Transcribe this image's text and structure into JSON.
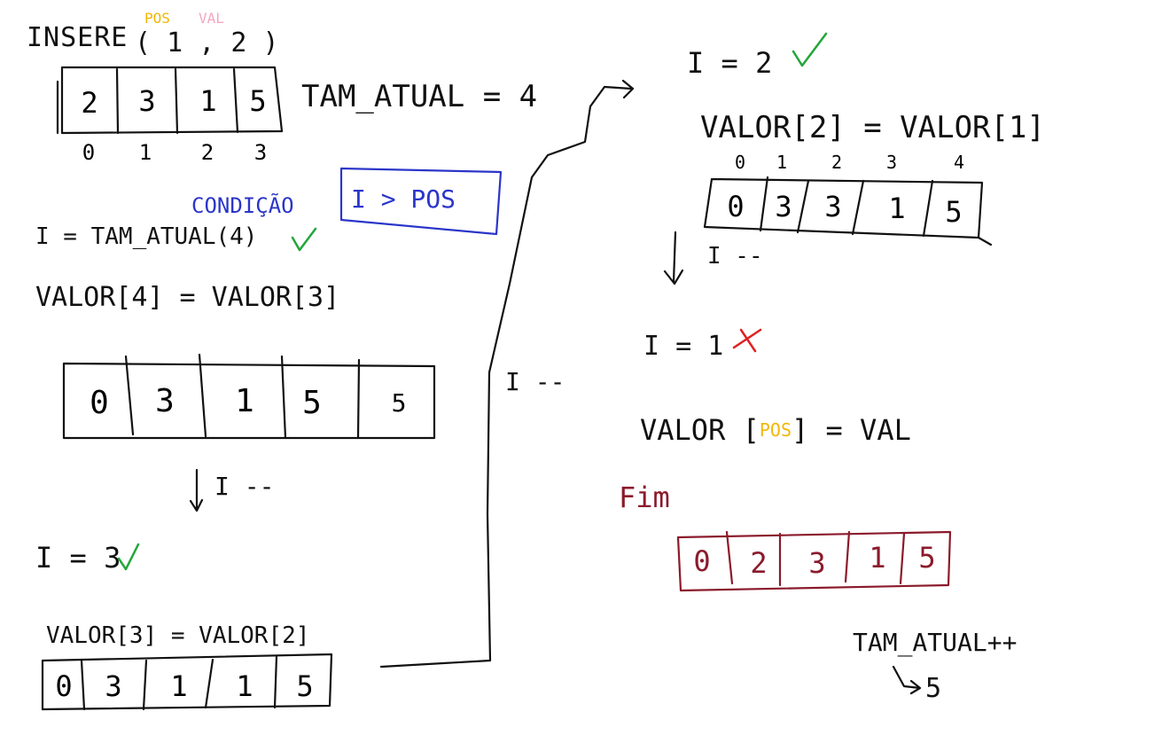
{
  "colors": {
    "ink": "#111111",
    "pos": "#f2b705",
    "val": "#f4a7c0",
    "condition": "#2b36c9",
    "check": "#22a63a",
    "cross": "#e02020",
    "final": "#8b1a2b"
  },
  "header": {
    "insere": "INSERE",
    "args": "( 1 , 2 )",
    "pos_label": "POS",
    "val_label": "VAL"
  },
  "initial_array": {
    "values": [
      "2",
      "3",
      "1",
      "5"
    ],
    "indices": [
      "0",
      "1",
      "2",
      "3"
    ]
  },
  "tam_atual": "TAM_ATUAL = 4",
  "condition": {
    "label": "CONDIÇÃO",
    "expr": "I > POS"
  },
  "steps": {
    "i4": "I = TAM_ATUAL(4)",
    "assign4": "VALOR[4] = VALOR[3]",
    "array4": [
      "0",
      "3",
      "1",
      "5",
      "5"
    ],
    "dec1": "I --",
    "i3": "I = 3",
    "assign3": "VALOR[3] = VALOR[2]",
    "array3": [
      "0",
      "3",
      "1",
      "1",
      "5"
    ],
    "dec_mid": "I --",
    "i2": "I = 2",
    "assign2": "VALOR[2] = VALOR[1]",
    "array2_indices": [
      "0",
      "1",
      "2",
      "3",
      "4"
    ],
    "array2": [
      "0",
      "3",
      "3",
      "1",
      "5"
    ],
    "dec2": "I --",
    "i1": "I = 1"
  },
  "final_assign": {
    "prefix": "VALOR [",
    "pos": "POS",
    "suffix": "] = VAL"
  },
  "fim": "Fim",
  "final_array": [
    "0",
    "2",
    "3",
    "1",
    "5"
  ],
  "tam_inc": "TAM_ATUAL++",
  "tam_result": "5",
  "icons": {
    "check": "check-icon",
    "cross": "cross-icon",
    "arrow": "arrow-icon"
  }
}
